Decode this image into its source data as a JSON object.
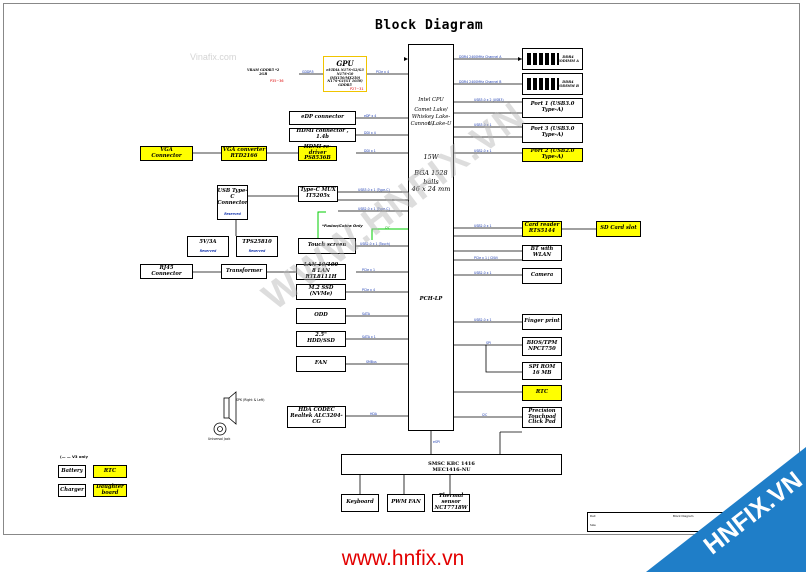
{
  "title": "Block Diagram",
  "watermark": "WWW.HNFIX.VN",
  "watermark_small": "Vinafix.com",
  "footer_url": "www.hnfix.vn",
  "brand_logo": "HNFIX.VN",
  "cpu": {
    "lines": [
      "Intel CPU",
      "Comet Lake/",
      "Whiskey Lake-U/",
      "Cannon Lake-U"
    ],
    "tdp": "15W",
    "package": "BGA 1528 balls",
    "size": "46 x 24 mm",
    "pch": "PCH-LP"
  },
  "gpu": {
    "title": "GPU",
    "sub": "nVIDIA N17S-G2/G3\nN17S-G0 (MX150/MX250)\nN17S-G1(GT 1030)\nGDDR5",
    "page": "P27~31"
  },
  "vram": {
    "label": "VRAM GDDR5 *2\n2GB",
    "page": "P35~36"
  },
  "blocks": {
    "edp": "eDP connector",
    "hdmi": "HDMI connector , 1.4b",
    "hdmi_driver": "HDMI re-driver\nPS8536B",
    "vga_conv": "VGA converter\nRTD2166",
    "vga_conn": "VGA\nConnector",
    "typec_mux": "Type-C MUX\nIT5205x",
    "usb_typec": "USB Type-C\nConnector",
    "usb_typec_sub": "Reserved",
    "charger_ic": "5V/3A",
    "charger_ic_sub": "Reserved",
    "tps": "TPS25810",
    "tps_sub": "Reserved",
    "touch": "Touch screen",
    "touch_note": "*Fusion/Cobra Only",
    "lan": "LAN 10/100\n8 LAN RTL8111H",
    "transformer": "Transformer",
    "rj45": "RJ45\nConnector",
    "m2_ssd": "M.2 SSD (NVMe)",
    "odd": "ODD",
    "hdd": "2.5\"\nHDD/SSD",
    "fan": "FAN",
    "codec": "HDA CODEC\nRealtek ALC3204-CG",
    "jack": "Universal Jack",
    "speaker": "SPK (Right & Left)",
    "ec": "SMSC KBC 1416\nMEC1416-NU",
    "keyboard": "Keyboard",
    "pwm_fan": "PWM FAN",
    "thermal": "Thermal sensor\nNCT7718W",
    "dimm_a": "DDR4\nSODIMM A",
    "dimm_b": "DDR4\nSODIMM B",
    "port1": "Port 1 (USB3.0 Type-A)",
    "port3": "Port 3 (USB3.0 Type-A)",
    "port2": "Port 2 (USB2.0 Type-A)",
    "card_reader": "Card reader\nRTS5144",
    "sd_card": "SD Card slot",
    "bt_wlan": "BT with WLAN",
    "camera": "Camera",
    "fp": "Finger print",
    "btpm": "BIOS/TPM\nNPCT750",
    "spi": "SPI ROM\n16 MB",
    "rtc": "RTC",
    "touchpad": "Precision\nTouchpad\nClick Pad"
  },
  "buses": {
    "ddr_a": "DDR4 2400MHz Channel A",
    "ddr_b": "DDR4 2400MHz Channel B",
    "pcie_gpu": "PCIe x 4",
    "gddr": "GDDR5",
    "usb3_1": "USB3.0 x 2 (USB3)",
    "usb3_3": "USB3.0 x 1",
    "usb2_2": "USB2.0 x 1",
    "edp": "eDP x 4",
    "hdmi": "DDI x 4",
    "vga": "DDI x 1",
    "typec": "USB3.0 x 1 (Type-C)",
    "usb2_tc": "USB2.0 x 1 (Type-C)",
    "touch": "USB2.0 x 1 (Touch)",
    "i2c": "I2C",
    "lan": "PCIe x 1",
    "ssd": "PCIe x 4",
    "odd": "SATA",
    "hdd": "SATA x 1",
    "fan": "SMBus",
    "hda": "HDA",
    "card": "USB2.0 x 1",
    "wlan": "PCIe x 1 / CNVi",
    "cam": "USB2.0 x 1",
    "fp": "USB2.0 x 1",
    "spi": "SPI",
    "i2c_tp": "I2C",
    "espi": "eSPI"
  },
  "legend": {
    "heading": "(— — V3 only",
    "battery": "Battery",
    "rtc": "RTC",
    "charger": "Charger",
    "daughter": "Daughter board"
  },
  "title_block": {
    "company": "Dell",
    "doc": "Block Diagram",
    "sheet": "Size",
    "rev": "A00"
  },
  "colors": {
    "highlight": "#ffff00",
    "gpu_border": "#f0c400",
    "label_blue": "#1b3bb0",
    "page_red": "#dd0000",
    "i2c_green": "#00cc00",
    "footer_red": "#e20000",
    "brand_blue": "#1f7ec8"
  }
}
